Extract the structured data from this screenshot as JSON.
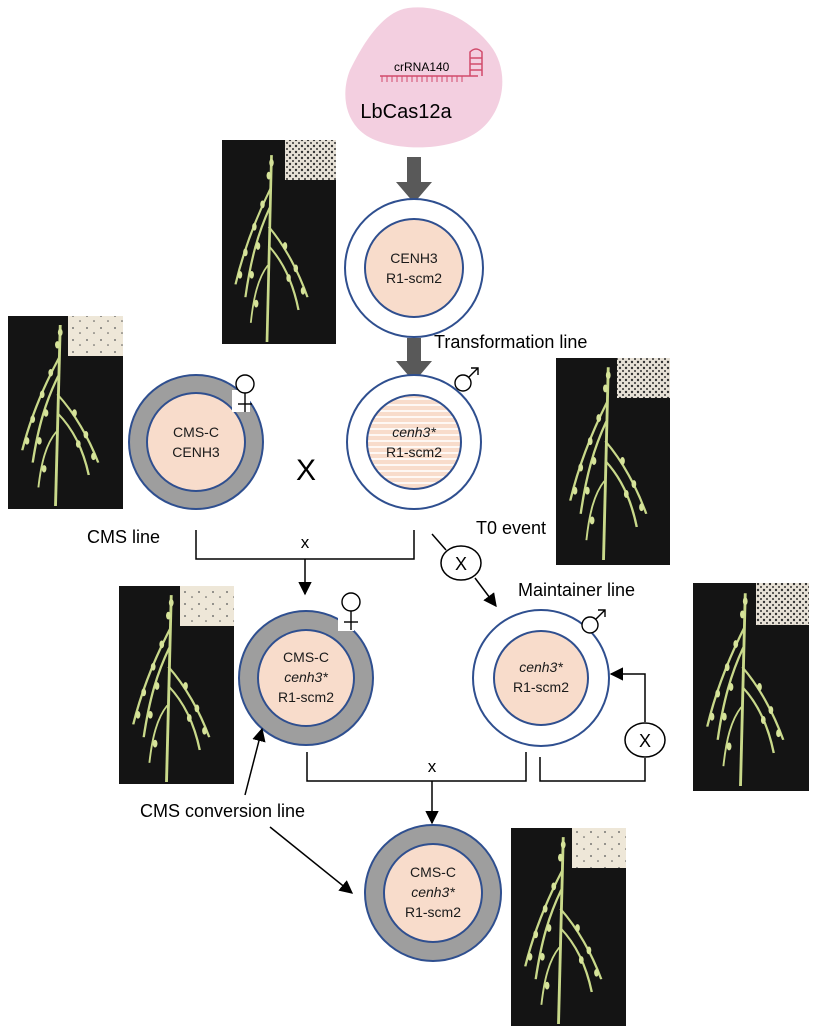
{
  "enzyme": {
    "name": "LbCas12a",
    "guide": "crRNA140",
    "color": "#f3cfe0"
  },
  "labels": {
    "transformation_line": "Transformation line",
    "cms_line": "CMS line",
    "t0_event": "T0 event",
    "maintainer_line": "Maintainer line",
    "cms_conversion_line": "CMS conversion line"
  },
  "symbols": {
    "cross_big": "X",
    "cross_small": "x",
    "self_cross": "X"
  },
  "nodes": {
    "transformation": {
      "line1": "CENH3",
      "line2": "R1-scm2"
    },
    "cms": {
      "line1": "CMS-C",
      "line2": "CENH3"
    },
    "t0": {
      "line1": "cenh3*",
      "line2": "R1-scm2"
    },
    "f1": {
      "line1": "CMS-C",
      "line2": "cenh3*",
      "line3": "R1-scm2"
    },
    "maintainer": {
      "line1": "cenh3*",
      "line2": "R1-scm2"
    },
    "conversion": {
      "line1": "CMS-C",
      "line2": "cenh3*",
      "line3": "R1-scm2"
    }
  },
  "colors": {
    "ring": "#2f4f8f",
    "cms_fill": "#9e9e9e",
    "nucleus": "#f8dccb",
    "arrow_block": "#595959",
    "plant_bg": "#141414",
    "plant_green": "#c9d98a"
  }
}
